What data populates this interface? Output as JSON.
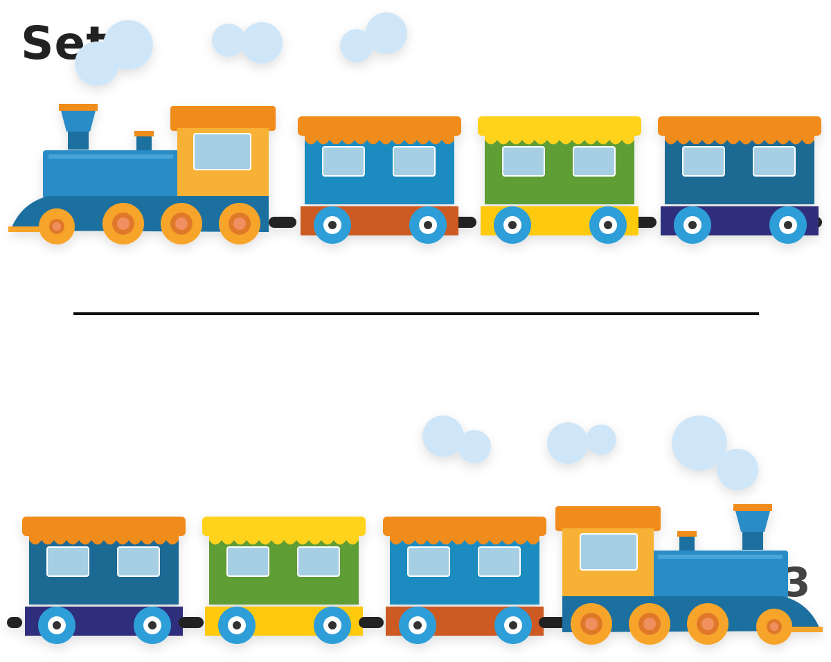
{
  "title": "Set",
  "side_label": "3",
  "colors": {
    "cloud": "#cfe6f8",
    "engine_blue": "#2a8cc7",
    "engine_dark": "#1f6f9f",
    "cab_yellow": "#f7b234",
    "roof_orange": "#f08c1e",
    "roof_yellow": "#ffd21c",
    "car_blue": "#1f8cc0",
    "car_green": "#5e9d35",
    "car_navy": "#1b6a94",
    "base_red": "#cc5a22",
    "base_yellow": "#ffc90e",
    "base_navy": "#2e2f7c",
    "wheel_orange": "#f7a52b",
    "wheel_blue": "#2d9ed8",
    "coupler": "#222222",
    "rule": "#111111"
  },
  "trains": [
    {
      "name": "top-train",
      "direction": "right",
      "cars": [
        "blue-red",
        "green-yellow",
        "navy-navy"
      ]
    },
    {
      "name": "bottom-train",
      "direction": "left",
      "cars": [
        "navy-navy",
        "green-yellow",
        "blue-red"
      ]
    }
  ]
}
